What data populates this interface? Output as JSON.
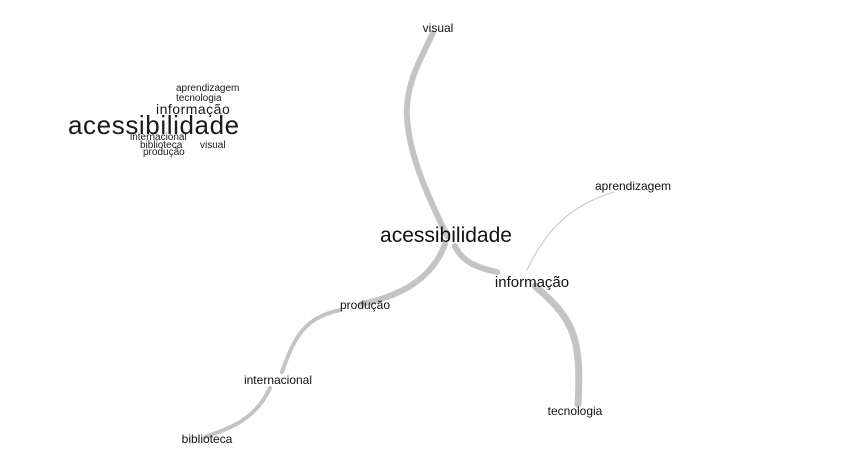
{
  "word_cloud": {
    "words": {
      "aprendizagem": "aprendizagem",
      "tecnologia": "tecnologia",
      "informacao": "informação",
      "acessibilidade": "acessibilidade",
      "internacional": "internacional",
      "biblioteca": "biblioteca",
      "visual": "visual",
      "producao": "produção"
    }
  },
  "network": {
    "nodes": {
      "visual": "visual",
      "aprendizagem": "aprendizagem",
      "acessibilidade": "acessibilidade",
      "informacao": "informação",
      "producao": "produção",
      "internacional": "internacional",
      "tecnologia": "tecnologia",
      "biblioteca": "biblioteca"
    },
    "edge_color": "#c4c4c4"
  }
}
